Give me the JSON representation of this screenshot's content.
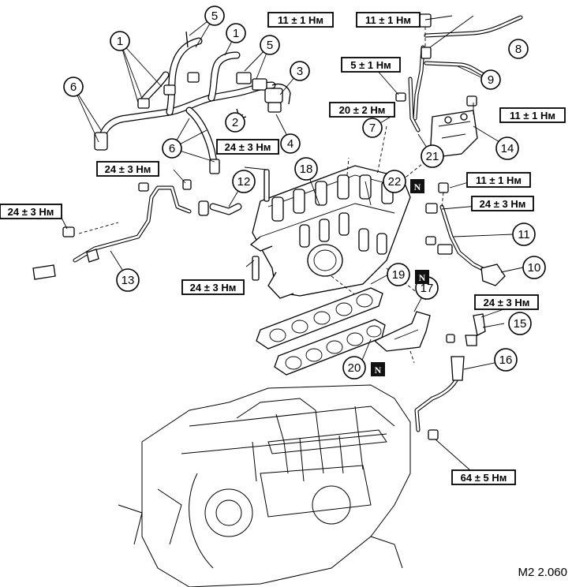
{
  "callouts": [
    {
      "id": "c1a",
      "label": "1"
    },
    {
      "id": "c1b",
      "label": "1"
    },
    {
      "id": "c2",
      "label": "2"
    },
    {
      "id": "c3",
      "label": "3"
    },
    {
      "id": "c4",
      "label": "4"
    },
    {
      "id": "c5a",
      "label": "5"
    },
    {
      "id": "c5b",
      "label": "5"
    },
    {
      "id": "c6a",
      "label": "6"
    },
    {
      "id": "c6b",
      "label": "6"
    },
    {
      "id": "c7",
      "label": "7"
    },
    {
      "id": "c8",
      "label": "8"
    },
    {
      "id": "c9",
      "label": "9"
    },
    {
      "id": "c10",
      "label": "10"
    },
    {
      "id": "c11",
      "label": "11"
    },
    {
      "id": "c12",
      "label": "12"
    },
    {
      "id": "c13",
      "label": "13"
    },
    {
      "id": "c14",
      "label": "14"
    },
    {
      "id": "c15",
      "label": "15"
    },
    {
      "id": "c16",
      "label": "16"
    },
    {
      "id": "c17",
      "label": "17"
    },
    {
      "id": "c18",
      "label": "18"
    },
    {
      "id": "c19",
      "label": "19"
    },
    {
      "id": "c20",
      "label": "20"
    },
    {
      "id": "c21",
      "label": "21"
    },
    {
      "id": "c22",
      "label": "22"
    }
  ],
  "torques": [
    {
      "id": "t1",
      "label": "11 ± 1 Нм"
    },
    {
      "id": "t2",
      "label": "11 ± 1 Нм"
    },
    {
      "id": "t3",
      "label": "5 ± 1 Нм"
    },
    {
      "id": "t4",
      "label": "20 ± 2 Нм"
    },
    {
      "id": "t5",
      "label": "11 ± 1 Нм"
    },
    {
      "id": "t6",
      "label": "24 ± 3 Нм"
    },
    {
      "id": "t7",
      "label": "24 ± 3 Нм"
    },
    {
      "id": "t8",
      "label": "11 ± 1 Нм"
    },
    {
      "id": "t9",
      "label": "24 ± 3 Нм"
    },
    {
      "id": "t10",
      "label": "24 ± 3 Нм"
    },
    {
      "id": "t11",
      "label": "24 ± 3 Нм"
    },
    {
      "id": "t12",
      "label": "24 ± 3 Нм"
    },
    {
      "id": "t13",
      "label": "64 ± 5 Нм"
    }
  ],
  "new_part_marks": [
    {
      "id": "n22",
      "label": "N"
    },
    {
      "id": "n19",
      "label": "N"
    },
    {
      "id": "n20",
      "label": "N"
    }
  ],
  "figure_code": "M2 2.060"
}
